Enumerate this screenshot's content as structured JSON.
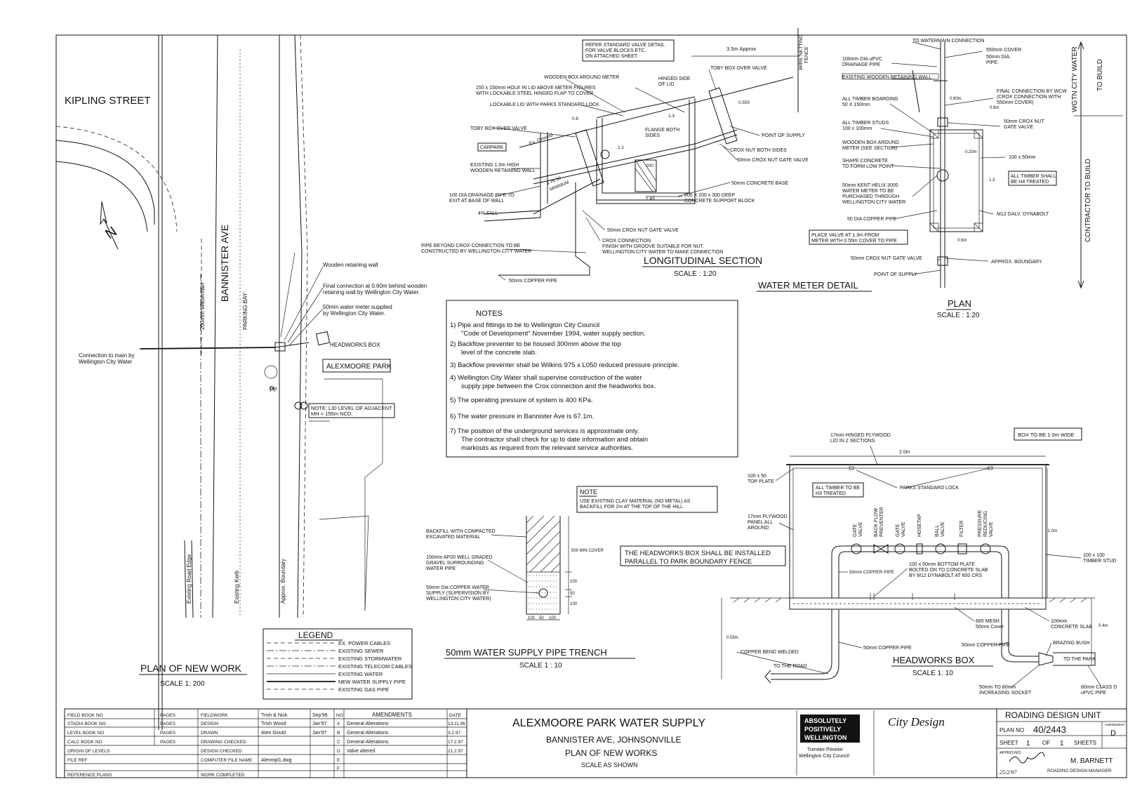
{
  "plan": {
    "street_kipling": "KIPLING STREET",
    "street_bannister": "BANNISTER AVE",
    "watermain_label": "200mm Watermain",
    "parking_bay": "PARKING BAY",
    "road_edge": "Existing Road Edge",
    "kerb": "Existing Kerb",
    "boundary": "Approx. Boundary",
    "wooden_wall": "Wooden retaining wall",
    "final_connection": [
      "Final connection at 0.60m behind wooden",
      "retaining wall by Wellington City Water."
    ],
    "meter_supplied": [
      "50mm water meter supplied",
      "by Wellington City Water."
    ],
    "connection_main": [
      "Connection to main by",
      "Wellington City Water"
    ],
    "headworks_box": "HEADWORKS BOX",
    "park_name": "ALEXMOORE PARK",
    "pp": "PP",
    "lid_note": [
      "NOTE: LID LEVEL OF ADJACENT",
      "MH = 155m NCD."
    ],
    "north": "N",
    "title": "PLAN OF NEW WORK",
    "scale": "SCALE 1: 200"
  },
  "legend": {
    "title": "LEGEND",
    "items": [
      "EX. POWER CABLES",
      "EXISTING SEWER",
      "EXISTING STORMWATER",
      "EXISTING TELECOM CABLES",
      "EXISTING WATER",
      "NEW WATER SUPPLY PIPE",
      "EXISTING GAS PIPE"
    ]
  },
  "section": {
    "refer_note": [
      "REFER STANDARD VALVE DETAIL",
      "FOR VALVE BLOCKS ETC.",
      "ON ATTACHED SHEET."
    ],
    "approx_35": "3.5m Approx",
    "wire_fence": [
      "WIRE NETTING",
      "FENCE"
    ],
    "toby_box_right": "TOBY BOX OVER VALVE",
    "wooden_box_meter": "WOODEN BOX AROUND METER",
    "hole_lid": [
      "150 x 150mm HOLE IN LID ABOVE METER FIGURES",
      "WITH LOCKABLE STEEL HINGED FLAP TO COVER"
    ],
    "lockable_lid": "LOCKABLE LID WITH PARKS STANDARD LOCK",
    "hinged_side": [
      "HINGED SIDE",
      "OF LID"
    ],
    "toby_box_left": "TOBY BOX OVER VALVE",
    "carpark": "CARPARK",
    "ex_ground": "Ex. Ground",
    "existing_wall": [
      "EXISTING 1.0m HIGH",
      "WOODEN RETAINING WALL"
    ],
    "flange": [
      "FLANGE BOTH",
      "SIDES"
    ],
    "point_supply": "POINT OF SUPPLY",
    "crox_nut_both": "CROX NUT BOTH SIDES",
    "gate_valve": "50mm CROX NUT GATE VALVE",
    "concrete_base": "50mm CONCRETE BASE",
    "support_block": [
      "200 X 200 x 300 DEEP",
      "CONCRETE SUPPORT BLOCK"
    ],
    "drain_pipe": [
      "100 DIA DRAINAGE PIPE TO",
      "EXIT AT BASE OF WALL"
    ],
    "fall": "4% FALL",
    "grade": [
      "1 IN 50",
      "MINIMUM"
    ],
    "gate_valve_bottom": "50mm CROX NUT GATE VALVE",
    "crox_connection": [
      "CROX CONNECTION",
      "FINISH WITH GROOVE SUITABLE FOR NUT.",
      "WELLINGTON CITY WATER TO MAKE CONNECTION"
    ],
    "pipe_beyond": [
      "PIPE BEYOND CROX CONNECTION TO BE",
      "CONSTRUCTED BY WELLINGTON CITY WATER"
    ],
    "copper_pipe": "50mm COPPER PIPE",
    "dim_08": "0.8",
    "dim_13": "1.3",
    "dim_11": "1.1",
    "dim_143": "1.43",
    "dim_200": "200",
    "dim_0550": "0.550",
    "title": "LONGITUDINAL SECTION",
    "scale": "SCALE : 1:20"
  },
  "meter_detail_title": "WATER METER DETAIL",
  "meter_plan": {
    "to_watermain": "TO WATERMAIN CONNECTION",
    "cover_550": "550mm COVER",
    "dia_50": [
      "50mm DIA.",
      "PIPE."
    ],
    "upvc": [
      "100mm DIA uPVC",
      "DRAINAGE PIPE"
    ],
    "existing_wall": "EXISTING WOODEN RETAINING WALL",
    "timber_boarding": [
      "ALL TIMBER BOARDING",
      "50 X 150mm"
    ],
    "final_conn": [
      "FINAL CONNECTION BY WCW",
      "(CROX CONNECTION WITH",
      "550mm COVER)"
    ],
    "timber_studs": [
      "ALL TIMBER STUDS",
      "100 x 100mm"
    ],
    "crox_gate": [
      "50mm CROX NUT",
      "GATE VALVE"
    ],
    "wooden_box": [
      "WOODEN BOX AROUND",
      "METER (SEE SECTION)"
    ],
    "shape_concrete": [
      "SHAPE CONCRETE",
      "TO FORM LOW POINT"
    ],
    "stud_100x50": "100 x 50mm",
    "all_timber_h4": [
      "ALL TIMBER SHALL",
      "BE H4 TREATED"
    ],
    "kent_helix": [
      "50mm KENT HELIX 3000",
      "WATER METER TO BE",
      "PURCHASED THROUGH",
      "WELLINGTON CITY WATER"
    ],
    "dynabolt": "M12 GALV. DYNABOLT",
    "copper_pipe": "50 DIA COPPER PIPE",
    "place_valve": [
      "PLACE VALVE AT 1.3m FROM",
      "METER WITH 0.55m COVER TO PIPE"
    ],
    "gate_valve": "50mm CROX NUT GATE VALVE",
    "approx_boundary": "APPROX. BOUNDARY",
    "point_supply": "POINT OF SUPPLY",
    "dim_060": "0.60m",
    "dim_08": "0.8m",
    "dim_020": "0.20m",
    "dim_13": "1.3",
    "dim_09": "0.9m",
    "title": "PLAN",
    "scale": "SCALE : 1:20",
    "wgtn": "WGTN CITY WATER",
    "to_build": "TO BUILD",
    "contractor": "CONTRACTOR TO BUILD"
  },
  "notes": {
    "title": "NOTES",
    "items": [
      [
        "1) Pipe and fittings to be to Wellington City Council",
        "\"Code of Development\" November 1994, water supply section."
      ],
      [
        "2) Backflow preventer to be housed 300mm above the top",
        "level of the concrete slab."
      ],
      [
        "3) Backflow preventer shall be Wilkins 975 x L050 reduced pressure principle."
      ],
      [
        "4) Wellington City Water shall supervise construction of the water",
        "supply pipe between the Crox connection and the headworks box."
      ],
      [
        "5) The operating pressure of system is 400 KPa."
      ],
      [
        "6) The water pressure in Bannister Ave is 67.1m."
      ],
      [
        "7) The position of the underground services is approximate only.",
        "The contractor shall check for up to date information and obtain",
        "markouts as required from the relevant service authorities."
      ]
    ]
  },
  "trench": {
    "note_title": "NOTE",
    "note": [
      "USE EXISTING CLAY MATERIAL (NO METAL) AS",
      "BACKFILL FOR 2m AT THE TOP OF THE HILL."
    ],
    "backfill": [
      "BACKFILL WITH COMPACTED",
      "EXCAVATED MATERIAL"
    ],
    "gravel": [
      "100mm AP20 WELL GRADED",
      "GRAVEL SURROUNDING",
      "WATER PIPE"
    ],
    "copper": [
      "50mm Dia COPPER WATER",
      "SUPPLY (SUPERVISION BY",
      "WELLINGTON CITY WATER)"
    ],
    "min_cover": "500 MIN COVER",
    "d100a": "100",
    "d50": "50",
    "d100b": "100",
    "w100a": "100",
    "w50": "50",
    "w100b": "100",
    "title": "50mm WATER SUPPLY PIPE TRENCH",
    "scale": "SCALE 1 : 10"
  },
  "headworks": {
    "box_wide": "BOX TO BE 1.0m WIDE",
    "hinged_lid": [
      "17mm HINGED PLYWOOD",
      "LID IN 2 SECTIONS"
    ],
    "dim_20": "2.0m",
    "top_plate": [
      "100 x 50",
      "TOP PLATE"
    ],
    "h3": [
      "ALL TIMBER TO BE",
      "H3 TREATED"
    ],
    "lock": "PARKS STANDARD LOCK",
    "panel": [
      "17mm PLYWOOD",
      "PANEL ALL",
      "AROUND"
    ],
    "dim_10": "1.0m",
    "components": [
      [
        "GATE",
        "VALVE"
      ],
      [
        "BACK FLOW",
        "PREVENTER"
      ],
      [
        "GATE",
        "VALVE"
      ],
      [
        "HOSETAP"
      ],
      [
        "BALL",
        "VALVE"
      ],
      [
        "FILTER"
      ],
      [
        "PRESSURE",
        "REDUCING",
        "VALVE"
      ]
    ],
    "parallel": [
      "THE HEADWORKS BOX SHALL BE INSTALLED",
      "PARALLEL TO PARK BOUNDARY FENCE"
    ],
    "stud": [
      "100 x 100",
      "TIMBER STUD"
    ],
    "copper_inside": "50mm COPPER PIPE",
    "bottom_plate": [
      "100 x 50mm BOTTOM PLATE",
      "BOLTED ON TO CONCRETE SLAB",
      "BY M12 DYNABOLT AT 600 CRS"
    ],
    "mesh": [
      "665 MESH",
      "50mm Cover"
    ],
    "slab": [
      "100mm",
      "CONCRETE SLAB"
    ],
    "dim_055": "0.55m",
    "dim_04": "0.4m",
    "bend": "COPPER BEND WELDED",
    "copper_left": "50mm COPPER PIPE",
    "copper_right": "50mm COPPER PIPE",
    "bush": "BRAZING BUSH",
    "to_road": "TO THE ROAD",
    "to_park": "TO THE PARK",
    "socket": [
      "50mm TO 80mm",
      "INCREASING SOCKET"
    ],
    "class_d": [
      "80mm CLASS D",
      "uPVC PIPE"
    ],
    "title": "HEADWORKS BOX",
    "scale": "SCALE 1: 10"
  },
  "titleblock": {
    "book_rows": [
      [
        "FIELD BOOK NO",
        "PAGES"
      ],
      [
        "STADIA BOOK NO",
        "PAGES"
      ],
      [
        "LEVEL BOOK NO",
        "PAGES"
      ],
      [
        "CALC BOOK NO",
        "PAGES"
      ],
      [
        "ORIGIN OF LEVELS",
        ""
      ],
      [
        "FILE REF",
        ""
      ],
      [
        "REFERENCE PLANS",
        ""
      ]
    ],
    "person_rows": [
      [
        "FIELDWORK",
        "Trish & Nick",
        "Sep'96"
      ],
      [
        "DESIGN",
        "Trish Wood",
        "Jan'97"
      ],
      [
        "DRAWN",
        "Aten Gould",
        "Jan'97"
      ],
      [
        "DRAWING CHECKED",
        "",
        ""
      ],
      [
        "DESIGN CHECKED",
        "",
        ""
      ],
      [
        "COMPUTER FILE NAME",
        "Alexmpl1.dwg",
        ""
      ],
      [
        "WORK COMPLETED",
        "",
        ""
      ]
    ],
    "amend_no_header": "NO",
    "amend_header": "AMENDMENTS",
    "amend_date_header": "DATE",
    "amendments": [
      [
        "A",
        "General Alterations",
        "13.11.96"
      ],
      [
        "B",
        "General Alterations",
        "3.2.97"
      ],
      [
        "C",
        "General Alterations",
        "17.2.97"
      ],
      [
        "D",
        "Valve altered",
        "21.2.97"
      ],
      [
        "E",
        "",
        ""
      ],
      [
        "F",
        "",
        ""
      ]
    ],
    "project": "ALEXMOORE PARK WATER SUPPLY",
    "location": "BANNISTER AVE, JOHNSONVILLE",
    "drawing": "PLAN OF NEW WORKS",
    "scale": "SCALE AS SHOWN",
    "logo_lines": [
      "ABSOLUTELY",
      "POSITIVELY",
      "WELLINGTON"
    ],
    "council": [
      "Tumeke Pōneke",
      "Wellington City Council"
    ],
    "city_design": "City Design",
    "unit": "ROADING DESIGN UNIT",
    "plan_no_label": "PLAN NO",
    "plan_no": "40/2443",
    "amendment_label": "AMENDMENT",
    "amendment": "D",
    "sheet_label": "SHEET",
    "sheet": "1",
    "of_label": "OF",
    "sheets": "1",
    "sheets_label": "SHEETS",
    "approved": "APPROVED",
    "approved_date": "25/2/97",
    "manager_name": "M. BARNETT",
    "manager_title": "ROADING DESIGN MANAGER"
  }
}
